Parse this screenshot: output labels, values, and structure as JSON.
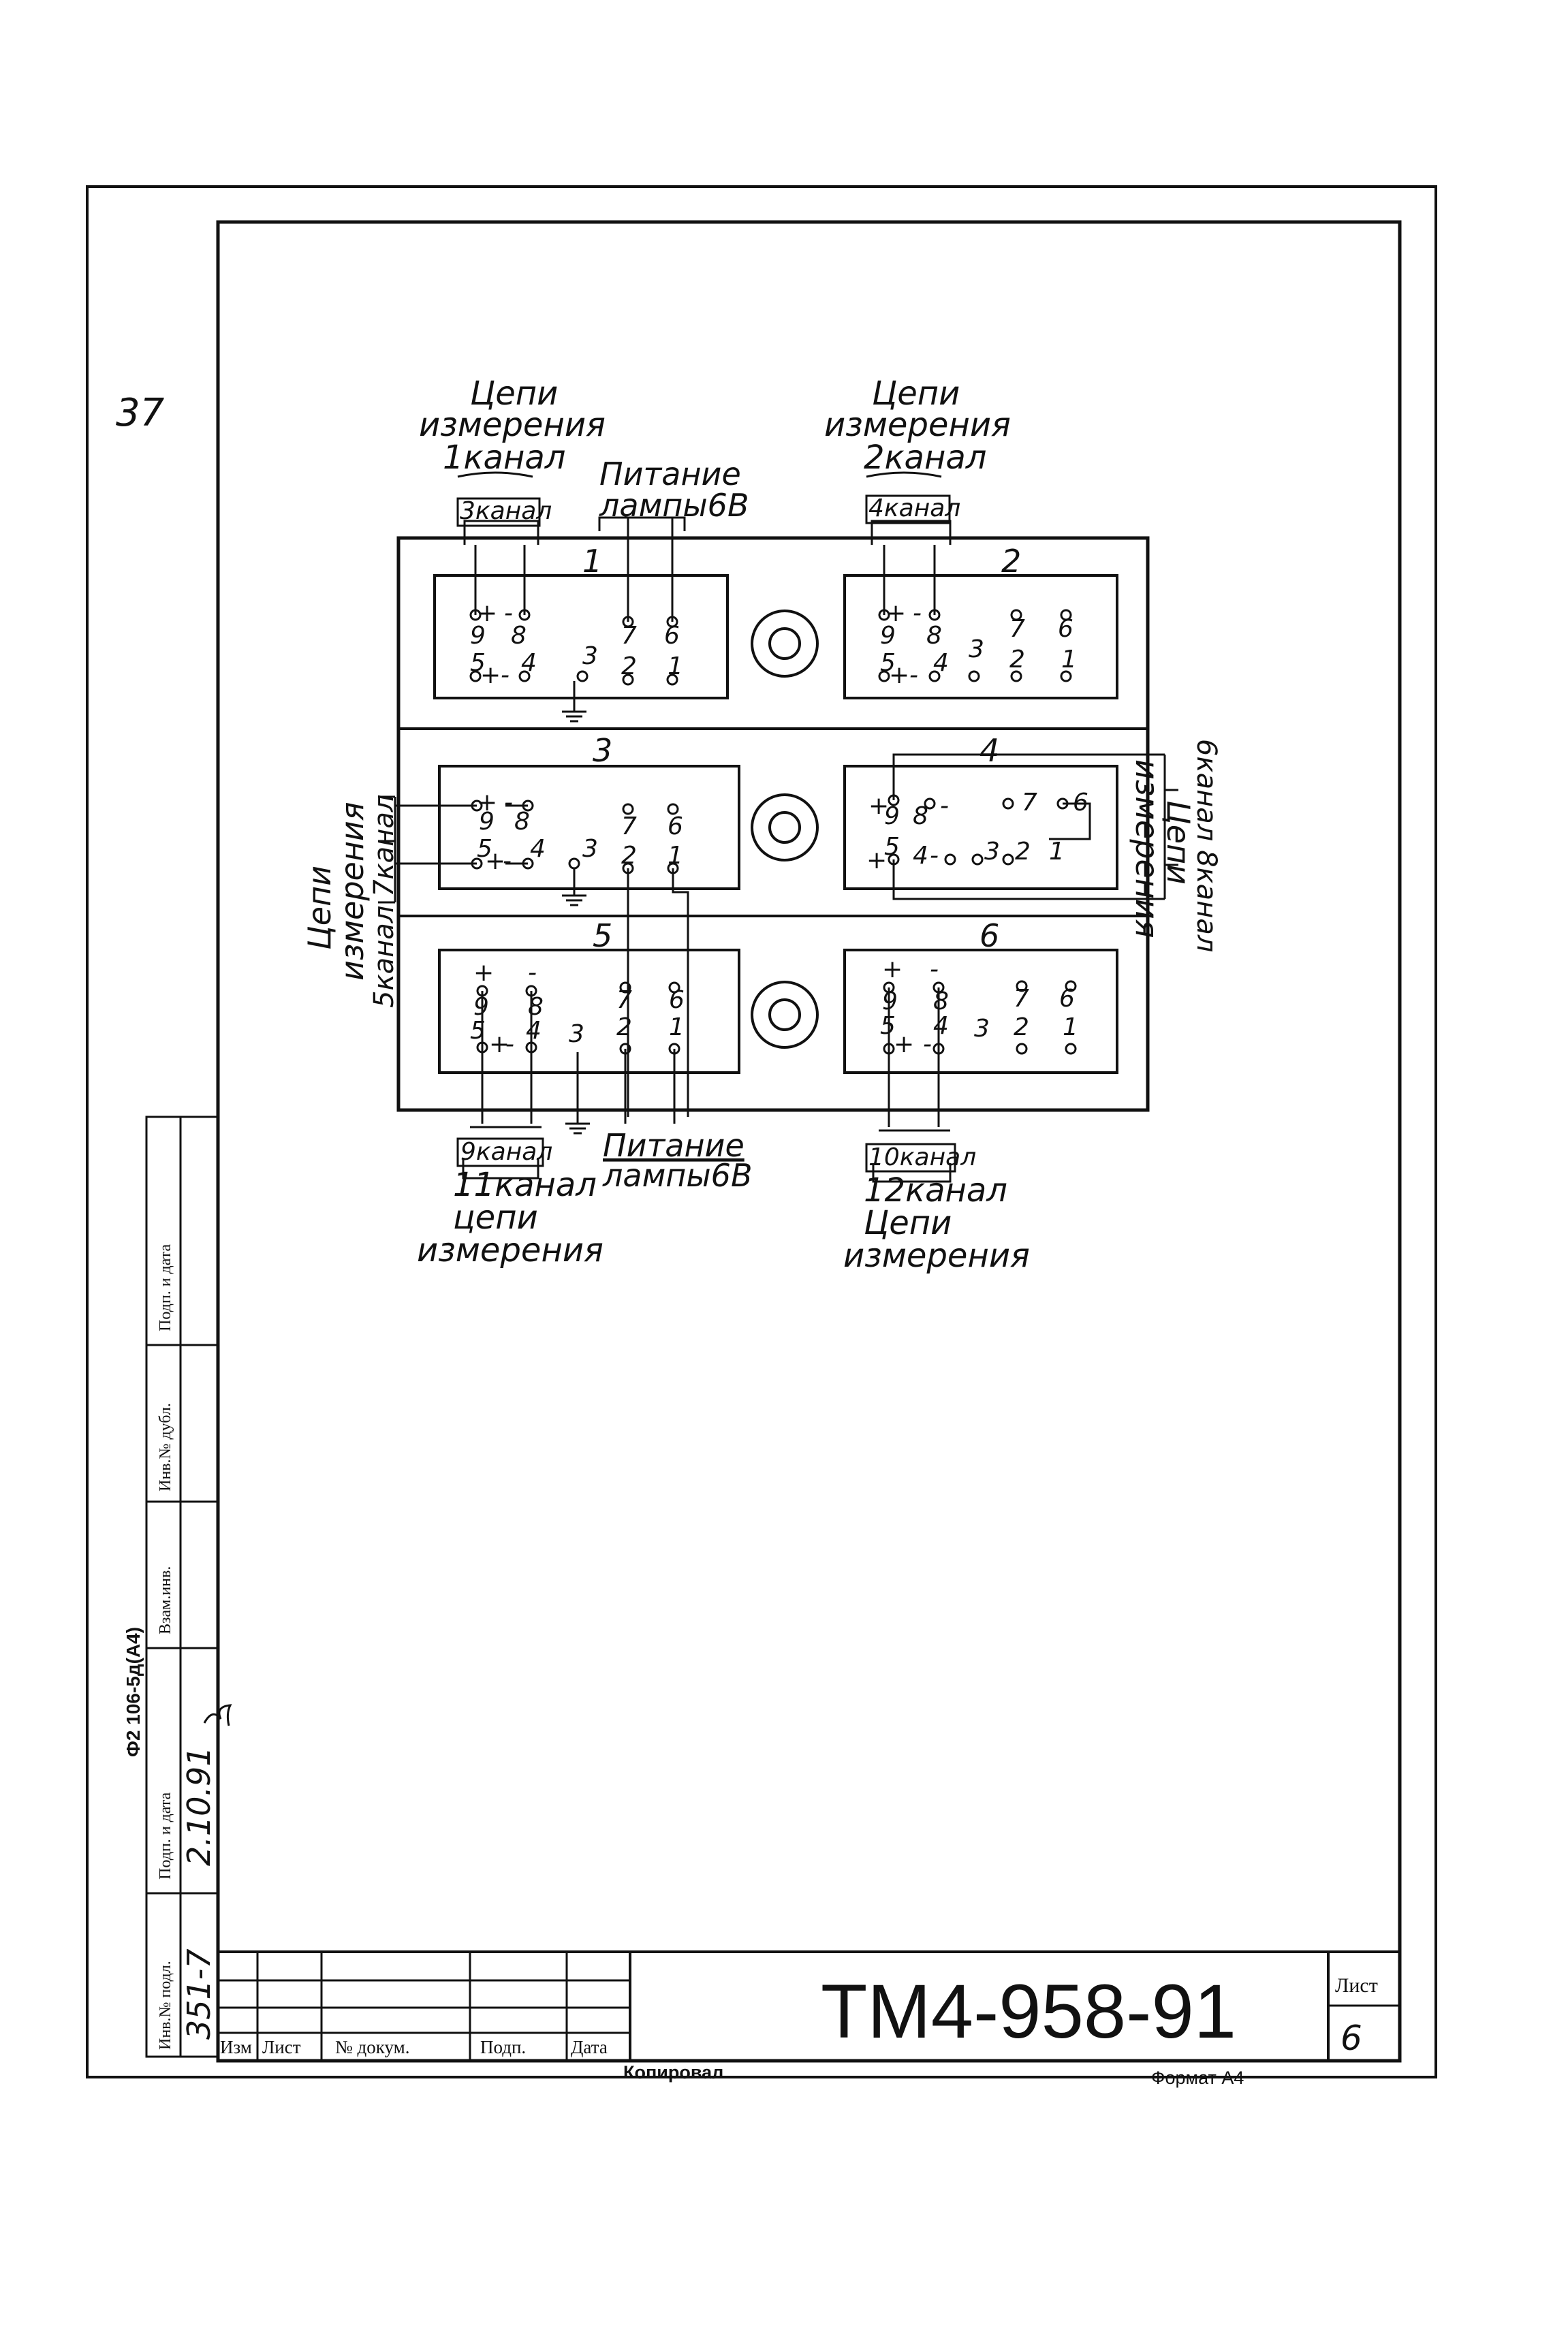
{
  "page": {
    "handwritten_page_no": "37"
  },
  "top_labels": {
    "ch1": [
      "Цепи",
      "измерения",
      "1канал"
    ],
    "ch1_sub": "3канал",
    "lamp_top": [
      "Питание",
      "лампы6В"
    ],
    "ch2": [
      "Цепи",
      "измерения",
      "2канал"
    ],
    "ch2_sub": "4канал"
  },
  "side_labels": {
    "left": [
      "Цепи",
      "измерения",
      "5канал 7канал"
    ],
    "right": [
      "6канал 8канал",
      "Цепи",
      "измерения"
    ]
  },
  "bottom_labels": {
    "ch9": "9канал",
    "ch11": [
      "11канал",
      "цепи",
      "измерения"
    ],
    "lamp_bottom": [
      "Питание",
      "лампы6В"
    ],
    "ch10": "10канал",
    "ch12": [
      "12канал",
      "Цепи",
      "измерения"
    ]
  },
  "connectors": {
    "c1": {
      "number": "1",
      "pins": [
        "+",
        "-",
        "9",
        "8",
        "5",
        "4",
        "+",
        "-",
        "3",
        "7",
        "6",
        "2",
        "1"
      ]
    },
    "c2": {
      "number": "2",
      "pins": [
        "+",
        "-",
        "9",
        "8",
        "5",
        "4",
        "+",
        "-",
        "3",
        "7",
        "6",
        "2",
        "1"
      ]
    },
    "c3": {
      "number": "3",
      "pins": [
        "+",
        "-",
        "9",
        "8",
        "5",
        "4",
        "+",
        "-",
        "3",
        "7",
        "6",
        "2",
        "1"
      ]
    },
    "c4": {
      "number": "4",
      "pins": [
        "+",
        "9",
        "8",
        "-",
        "7",
        "6",
        "+",
        "5",
        "4",
        "-",
        "3",
        "2",
        "1"
      ]
    },
    "c5": {
      "number": "5",
      "pins": [
        "+",
        "-",
        "9",
        "8",
        "5",
        "4",
        "+",
        "-",
        "3",
        "7",
        "6",
        "2",
        "1"
      ]
    },
    "c6": {
      "number": "6",
      "pins": [
        "+",
        "-",
        "9",
        "8",
        "5",
        "4",
        "+",
        "-",
        "3",
        "7",
        "6",
        "2",
        "1"
      ]
    }
  },
  "left_margin": {
    "form": "Ф2 106-5д(А4)",
    "fields": [
      "Инв.№ подл.",
      "Подп. и дата",
      "Взам.инв.",
      "Инв.№ дубл.",
      "Подп. и дата"
    ],
    "inv_no": "351-7",
    "date": "2.10.91"
  },
  "title_block": {
    "columns": [
      "Изм",
      "Лист",
      "№ докум.",
      "Подп.",
      "Дата"
    ],
    "doc_number": "ТМ4-958-91",
    "sheet_label": "Лист",
    "sheet_value": "6"
  },
  "footer": {
    "copied": "Копировал",
    "format": "Формат А4"
  }
}
